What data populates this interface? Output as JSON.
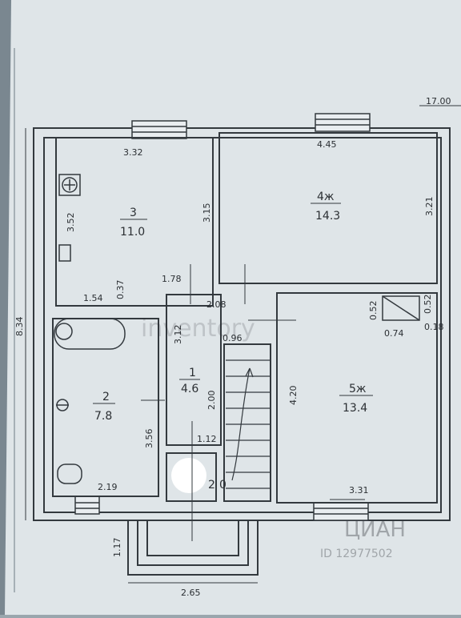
{
  "plan": {
    "overall_width": "17.00",
    "overall_height": "8.34",
    "porch_width": "2.65",
    "porch_depth": "1.17",
    "watermark_brand": "inventory",
    "watermark_site": "ЦИАН",
    "watermark_id": "ID 12977502"
  },
  "rooms": [
    {
      "number": "1",
      "area": "4.6",
      "dim_a": "3.12",
      "dim_b": "2.08",
      "dim_c": "2.00",
      "dim_d": "1.12"
    },
    {
      "number": "2",
      "area": "7.8",
      "dim_a": "3.56",
      "dim_b": "2.19"
    },
    {
      "number": "3",
      "area": "11.0",
      "dim_a": "3.32",
      "dim_b": "3.15",
      "dim_c": "3.52",
      "dim_d": "1.54",
      "dim_e": "0.37"
    },
    {
      "number": "4ж",
      "area": "14.3",
      "dim_a": "4.45",
      "dim_b": "3.21"
    },
    {
      "number": "5ж",
      "area": "13.4",
      "dim_a": "4.20",
      "dim_b": "3.31"
    }
  ],
  "misc_dims": {
    "d_178": "1.78",
    "d_096": "0.96",
    "d_052a": "0.52",
    "d_052b": "0.52",
    "d_074": "0.74",
    "d_018": "0.18",
    "stair_label": "2",
    "stair_sub": "0"
  }
}
